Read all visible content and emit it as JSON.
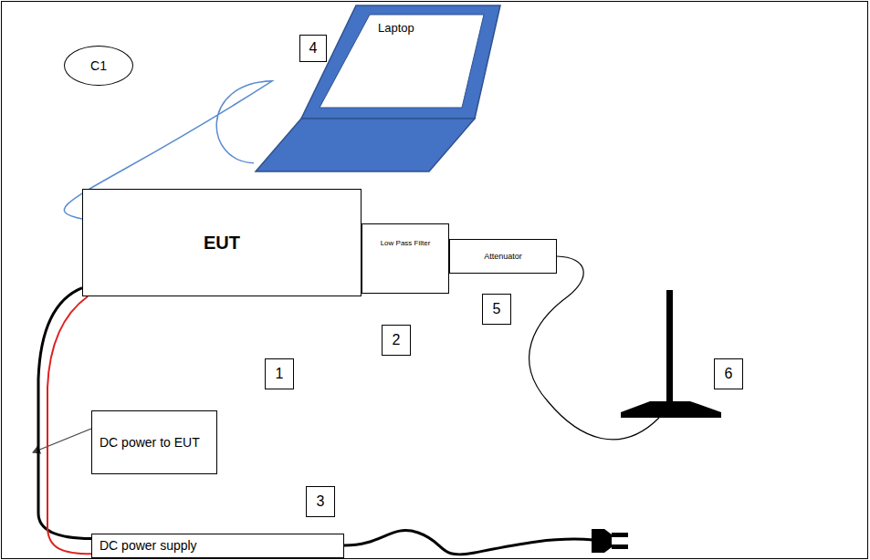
{
  "diagram": {
    "nodes": [
      {
        "text": [
          "C1"
        ]
      },
      {
        "text": [
          "Laptop"
        ]
      },
      {
        "text": [
          "EUT"
        ]
      },
      {
        "text": [
          "Low Pass Filter"
        ]
      },
      {
        "text": [
          "Attenuator"
        ]
      },
      {
        "text": [
          "DC power to EUT"
        ]
      },
      {
        "text": [
          "DC power supply"
        ]
      }
    ],
    "edges": [
      {
        "from": 1,
        "to": 2,
        "arrow": "none"
      },
      {
        "from": 2,
        "to": 6,
        "arrow": "none"
      },
      {
        "from": 2,
        "to": 6,
        "arrow": "none"
      }
    ],
    "labels": [
      "4",
      "5",
      "2",
      "1",
      "6",
      "3"
    ]
  }
}
